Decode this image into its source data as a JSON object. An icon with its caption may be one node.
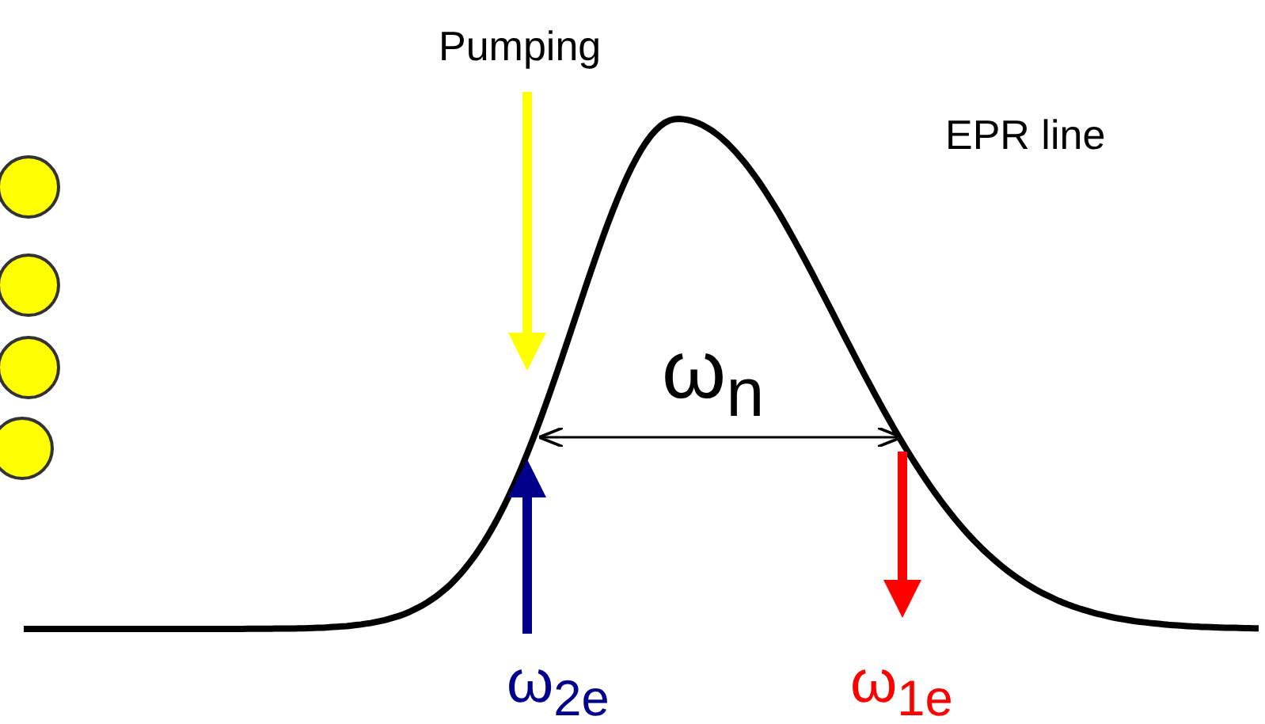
{
  "diagram": {
    "labels": [
      "Pumping",
      "EPR line",
      "ω$_{n}$",
      "ω$_{2e}$",
      "ω$_{1e}$"
    ]
  }
}
